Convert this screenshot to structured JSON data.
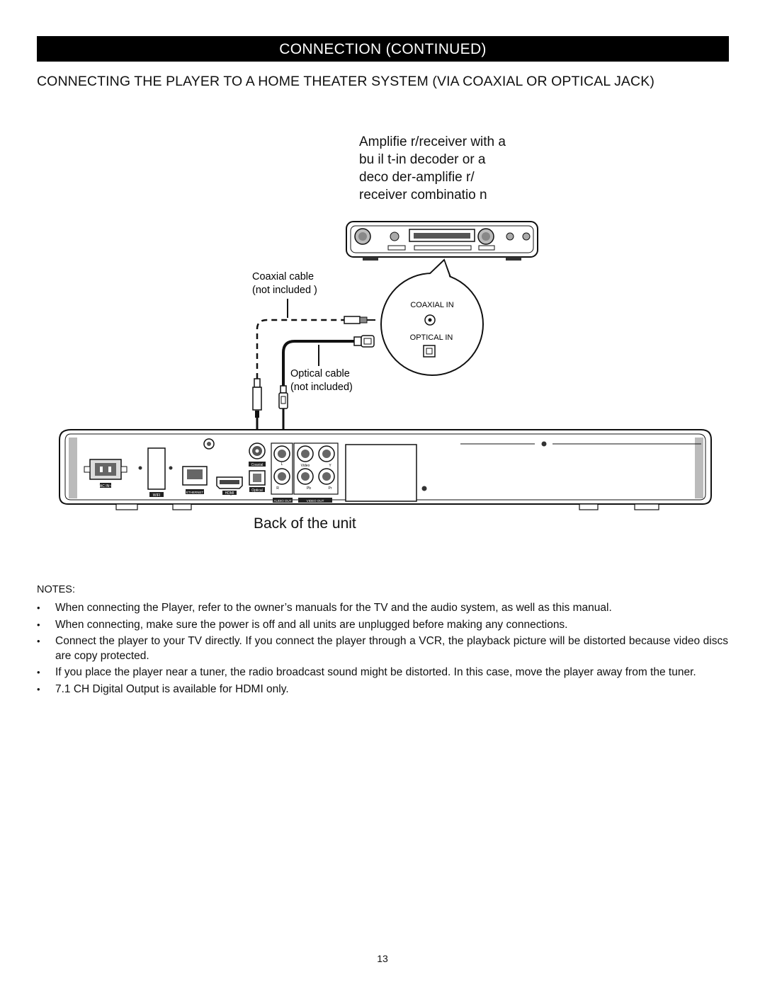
{
  "header": {
    "banner": "CONNECTION (CONTINUED)",
    "subheading": "CONNECTING THE PLAYER TO A HOME THEATER SYSTEM (VIA COAXIAL OR OPTICAL JACK)"
  },
  "diagram": {
    "amp_label": [
      "Amplifie r/receiver  with  a",
      "bu il t-in decoder or a",
      "deco der-amplifie r/",
      "receiver combinatio   n"
    ],
    "coaxial_cable": [
      "Coaxial cable",
      "(not included  )"
    ],
    "optical_cable": [
      "Optical cable",
      "(not included)"
    ],
    "coaxial_in": "COAXIAL IN",
    "optical_in": "OPTICAL IN",
    "panel_labels": {
      "ac_in": "AC IN~",
      "wifi": "WIFI",
      "ethernet": "ETHERNET",
      "hdmi": "HDMI",
      "coaxial": "Coaxial",
      "optical": "Optical",
      "audio_out": "AUDIO OUT",
      "video_out": "VIDEO OUT",
      "r": "R",
      "l": "L",
      "pb": "Pb",
      "pr": "Pr",
      "video": "Video",
      "y": "Y"
    },
    "back_label": "Back  of  the unit"
  },
  "notes": {
    "title": "NOTES:",
    "items": [
      "When connecting the Player, refer to the owner’s manuals for the TV and the audio system, as well as this manual.",
      "When connecting, make sure the power is off and all units are unplugged before making any connections.",
      "Connect the player to your TV directly. If you connect the player through a VCR, the playback picture will be distorted because video discs are copy protected.",
      "If you place the player near a tuner, the radio broadcast sound might be distorted. In this case, move the player away from the tuner.",
      "7.1 CH Digital Output is available for HDMI only."
    ]
  },
  "page_number": "13"
}
